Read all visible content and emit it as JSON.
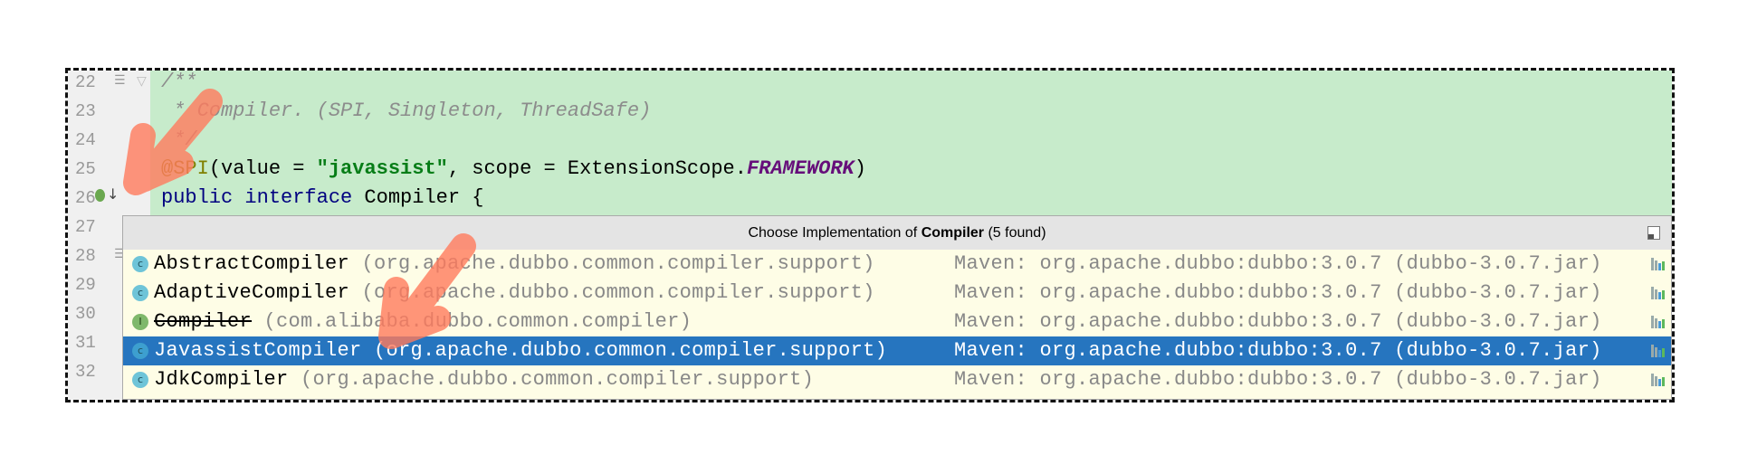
{
  "editor": {
    "line_numbers": [
      "22",
      "23",
      "24",
      "25",
      "26",
      "27",
      "28",
      "29",
      "30",
      "31",
      "32"
    ],
    "lines": {
      "l22": "/**",
      "l23": " * Compiler. (SPI, Singleton, ThreadSafe)",
      "l24": " */",
      "l25_ann": "@SPI",
      "l25_a": "(value = ",
      "l25_str": "\"javassist\"",
      "l25_b": ", scope = ExtensionScope.",
      "l25_field": "FRAMEWORK",
      "l25_c": ")",
      "l26_kw": "public interface",
      "l26_rest": " Compiler {"
    }
  },
  "popup": {
    "title_prefix": "Choose Implementation of ",
    "title_bold": "Compiler",
    "title_suffix": " (5 found)",
    "selected_index": 3,
    "items": [
      {
        "icon": "class-icon",
        "icon_letter": "c",
        "name": "AbstractCompiler",
        "package": " (org.apache.dubbo.common.compiler.support)",
        "location": "Maven: org.apache.dubbo:dubbo:3.0.7 (dubbo-3.0.7.jar)",
        "deprecated": false
      },
      {
        "icon": "class-icon",
        "icon_letter": "c",
        "name": "AdaptiveCompiler",
        "package": " (org.apache.dubbo.common.compiler.support)",
        "location": "Maven: org.apache.dubbo:dubbo:3.0.7 (dubbo-3.0.7.jar)",
        "deprecated": false
      },
      {
        "icon": "interface-icon",
        "icon_letter": "I",
        "name": "Compiler",
        "package": " (com.alibaba.dubbo.common.compiler)",
        "location": "Maven: org.apache.dubbo:dubbo:3.0.7 (dubbo-3.0.7.jar)",
        "deprecated": true
      },
      {
        "icon": "class-icon",
        "icon_letter": "c",
        "name": "JavassistCompiler",
        "package": " (org.apache.dubbo.common.compiler.support)",
        "location": "Maven: org.apache.dubbo:dubbo:3.0.7 (dubbo-3.0.7.jar)",
        "deprecated": false
      },
      {
        "icon": "class-icon",
        "icon_letter": "c",
        "name": "JdkCompiler",
        "package": " (org.apache.dubbo.common.compiler.support)",
        "location": "Maven: org.apache.dubbo:dubbo:3.0.7 (dubbo-3.0.7.jar)",
        "deprecated": false
      }
    ]
  },
  "colors": {
    "code_highlight": "#c7ebcb",
    "popup_bg": "#fefde6",
    "selection": "#2675bf",
    "annotation_arrow": "#ff7a5c"
  }
}
